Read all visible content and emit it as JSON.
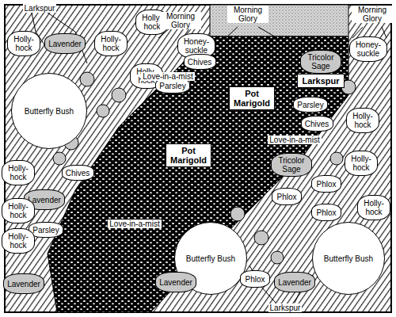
{
  "diagram": {
    "nodes": [
      {
        "text": [
          "Holly- hock"
        ]
      },
      {
        "text": [
          "Lavender"
        ]
      },
      {
        "text": [
          "Holly- hock"
        ]
      },
      {
        "text": [
          "Holly- hock"
        ]
      },
      {
        "text": [
          "Honey- suckle"
        ]
      },
      {
        "text": [
          "Honey- suckle"
        ]
      },
      {
        "text": [
          "Holly- hock"
        ]
      },
      {
        "text": [
          "Chives"
        ]
      },
      {
        "text": [
          "Tricolor Sage"
        ]
      },
      {
        "text": [
          "Parsley"
        ]
      },
      {
        "text": [
          "Larkspur"
        ]
      },
      {
        "text": [
          "Pot Marigold"
        ]
      },
      {
        "text": [
          "Butterfly Bush"
        ]
      },
      {
        "text": [
          "Parsley"
        ]
      },
      {
        "text": [
          "Chives"
        ]
      },
      {
        "text": [
          "Holly- hock"
        ]
      },
      {
        "text": [
          "Pot Marigold"
        ]
      },
      {
        "text": [
          "Tricolor Sage"
        ]
      },
      {
        "text": [
          "Phlox"
        ]
      },
      {
        "text": [
          "Holly- hock"
        ]
      },
      {
        "text": [
          "Holly- hock"
        ]
      },
      {
        "text": [
          "Chives"
        ]
      },
      {
        "text": [
          "Lavender"
        ]
      },
      {
        "text": [
          "Phlox"
        ]
      },
      {
        "text": [
          "Phlox"
        ]
      },
      {
        "text": [
          "Holly- hock"
        ]
      },
      {
        "text": [
          "Holly- hock"
        ]
      },
      {
        "text": [
          "Parsley"
        ]
      },
      {
        "text": [
          "Holly- hock"
        ]
      },
      {
        "text": [
          "Butterfly Bush"
        ]
      },
      {
        "text": [
          "Butterfly Bush"
        ]
      },
      {
        "text": [
          "Lavender"
        ]
      },
      {
        "text": [
          "Lavender"
        ]
      },
      {
        "text": [
          "Phlox"
        ]
      },
      {
        "text": [
          "Lavender"
        ]
      }
    ],
    "labels": [
      "Larkspur",
      "Morning Glory",
      "Morning Glory",
      "Morning Glory",
      "Love-in-a-mist",
      "Love-in-a-mist",
      "Love-in-a-mist",
      "Larkspur"
    ]
  }
}
